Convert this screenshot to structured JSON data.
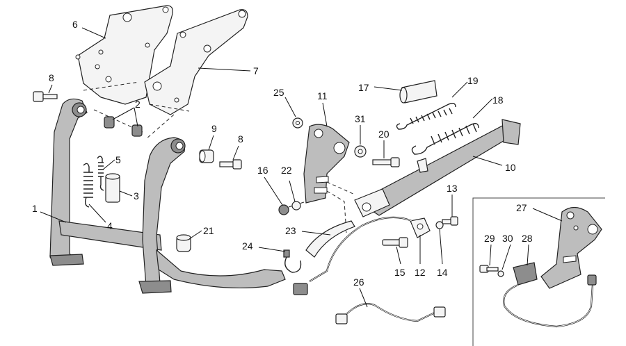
{
  "callouts": [
    {
      "id": "c1",
      "label": "1"
    },
    {
      "id": "c2",
      "label": "2"
    },
    {
      "id": "c3",
      "label": "3"
    },
    {
      "id": "c4",
      "label": "4"
    },
    {
      "id": "c5",
      "label": "5"
    },
    {
      "id": "c6",
      "label": "6"
    },
    {
      "id": "c7",
      "label": "7"
    },
    {
      "id": "c8a",
      "label": "8"
    },
    {
      "id": "c8b",
      "label": "8"
    },
    {
      "id": "c9",
      "label": "9"
    },
    {
      "id": "c10",
      "label": "10"
    },
    {
      "id": "c11",
      "label": "11"
    },
    {
      "id": "c12",
      "label": "12"
    },
    {
      "id": "c13",
      "label": "13"
    },
    {
      "id": "c14",
      "label": "14"
    },
    {
      "id": "c15",
      "label": "15"
    },
    {
      "id": "c16",
      "label": "16"
    },
    {
      "id": "c17",
      "label": "17"
    },
    {
      "id": "c18",
      "label": "18"
    },
    {
      "id": "c19",
      "label": "19"
    },
    {
      "id": "c20",
      "label": "20"
    },
    {
      "id": "c21",
      "label": "21"
    },
    {
      "id": "c22",
      "label": "22"
    },
    {
      "id": "c23",
      "label": "23"
    },
    {
      "id": "c24",
      "label": "24"
    },
    {
      "id": "c25",
      "label": "25"
    },
    {
      "id": "c26",
      "label": "26"
    },
    {
      "id": "c27",
      "label": "27"
    },
    {
      "id": "c28",
      "label": "28"
    },
    {
      "id": "c29",
      "label": "29"
    },
    {
      "id": "c30",
      "label": "30"
    },
    {
      "id": "c31",
      "label": "31"
    }
  ],
  "colors": {
    "part_fill": "#bdbdbd",
    "outline": "#222222",
    "background": "#ffffff"
  }
}
